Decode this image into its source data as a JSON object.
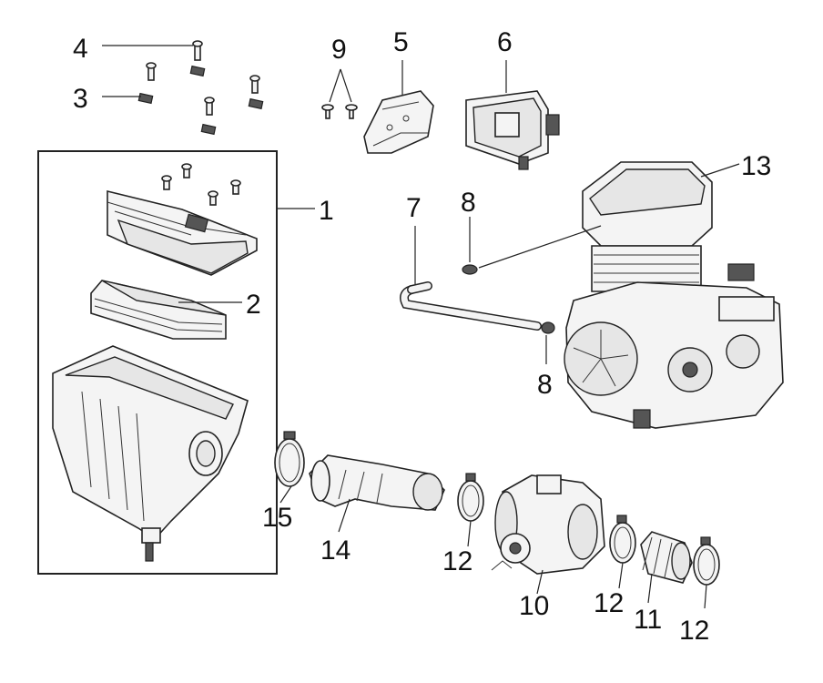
{
  "callouts": {
    "c1": "1",
    "c2": "2",
    "c3": "3",
    "c4": "4",
    "c5": "5",
    "c6": "6",
    "c7": "7",
    "c8a": "8",
    "c8b": "8",
    "c9": "9",
    "c10": "10",
    "c11": "11",
    "c12a": "12",
    "c12b": "12",
    "c12c": "12",
    "c13": "13",
    "c14": "14",
    "c15": "15"
  }
}
